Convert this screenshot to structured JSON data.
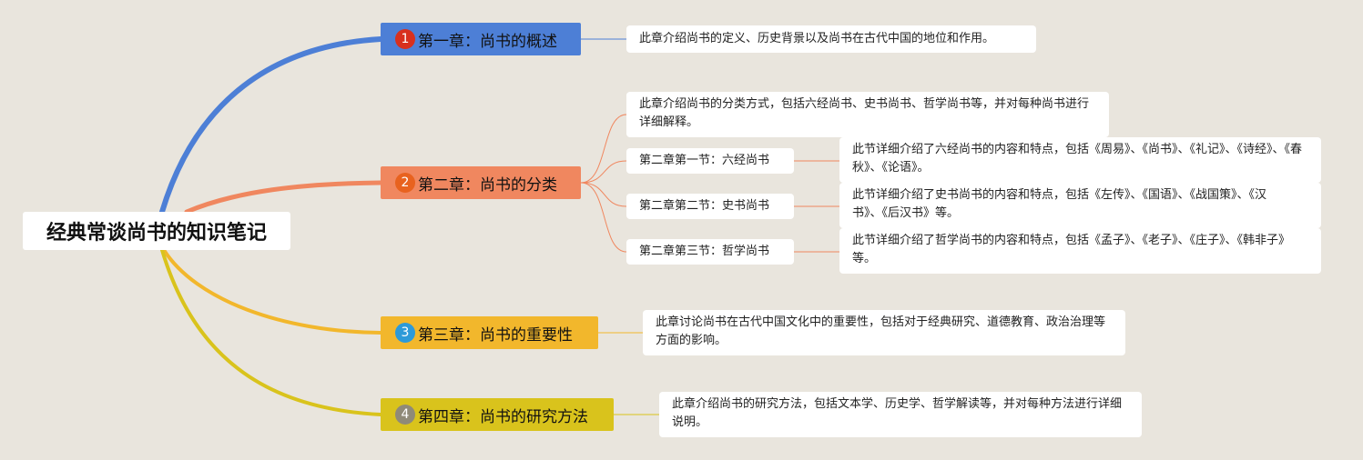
{
  "root": {
    "label": "经典常谈尚书的知识笔记"
  },
  "chapters": [
    {
      "num": "1",
      "label": "第一章：尚书的概述",
      "color": "#4d7fd6",
      "badge_color": "#d8301e",
      "note": "此章介绍尚书的定义、历史背景以及尚书在古代中国的地位和作用。"
    },
    {
      "num": "2",
      "label": "第二章：尚书的分类",
      "color": "#f0875f",
      "badge_color": "#e8621f",
      "note": "此章介绍尚书的分类方式，包括六经尚书、史书尚书、哲学尚书等，并对每种尚书进行详细解释。",
      "sections": [
        {
          "label": "第二章第一节：六经尚书",
          "note": "此节详细介绍了六经尚书的内容和特点，包括《周易》、《尚书》、《礼记》、《诗经》、《春秋》、《论语》。"
        },
        {
          "label": "第二章第二节：史书尚书",
          "note": "此节详细介绍了史书尚书的内容和特点，包括《左传》、《国语》、《战国策》、《汉书》、《后汉书》等。"
        },
        {
          "label": "第二章第三节：哲学尚书",
          "note": "此节详细介绍了哲学尚书的内容和特点，包括《孟子》、《老子》、《庄子》、《韩非子》等。"
        }
      ]
    },
    {
      "num": "3",
      "label": "第三章：尚书的重要性",
      "color": "#f2b72c",
      "badge_color": "#2d9ad8",
      "note": "此章讨论尚书在古代中国文化中的重要性，包括对于经典研究、道德教育、政治治理等方面的影响。"
    },
    {
      "num": "4",
      "label": "第四章：尚书的研究方法",
      "color": "#d9c31c",
      "badge_color": "#8f8a78",
      "note": "此章介绍尚书的研究方法，包括文本学、历史学、哲学解读等，并对每种方法进行详细说明。"
    }
  ]
}
